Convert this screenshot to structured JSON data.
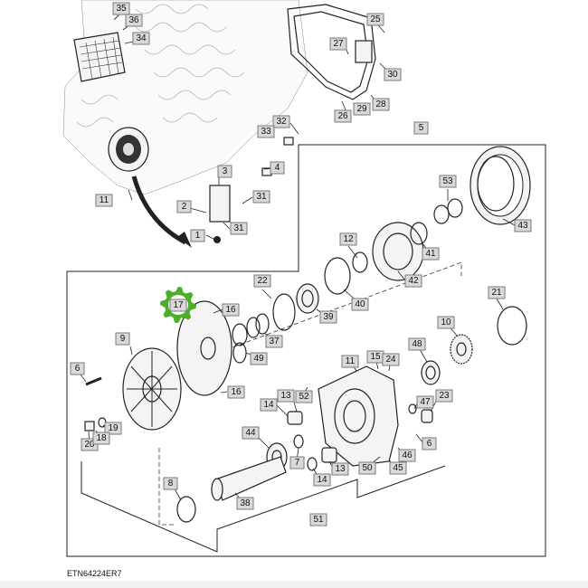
{
  "figure_code": "ETN64224ER7",
  "highlight_color": "#4caf2a",
  "highlighted_label": "17",
  "callouts": [
    {
      "id": "35",
      "text": "35"
    },
    {
      "id": "36",
      "text": "36"
    },
    {
      "id": "34",
      "text": "34"
    },
    {
      "id": "25",
      "text": "25"
    },
    {
      "id": "27",
      "text": "27"
    },
    {
      "id": "30",
      "text": "30"
    },
    {
      "id": "28",
      "text": "28"
    },
    {
      "id": "29",
      "text": "29"
    },
    {
      "id": "26",
      "text": "26"
    },
    {
      "id": "32",
      "text": "32"
    },
    {
      "id": "33",
      "text": "33"
    },
    {
      "id": "5",
      "text": "5"
    },
    {
      "id": "4",
      "text": "4"
    },
    {
      "id": "3",
      "text": "3"
    },
    {
      "id": "11a",
      "text": "11"
    },
    {
      "id": "31a",
      "text": "31"
    },
    {
      "id": "2",
      "text": "2"
    },
    {
      "id": "31b",
      "text": "31"
    },
    {
      "id": "1",
      "text": "1"
    },
    {
      "id": "53",
      "text": "53"
    },
    {
      "id": "43",
      "text": "43"
    },
    {
      "id": "12",
      "text": "12"
    },
    {
      "id": "41",
      "text": "41"
    },
    {
      "id": "42",
      "text": "42"
    },
    {
      "id": "22",
      "text": "22"
    },
    {
      "id": "40",
      "text": "40"
    },
    {
      "id": "39",
      "text": "39"
    },
    {
      "id": "21",
      "text": "21"
    },
    {
      "id": "17",
      "text": "17"
    },
    {
      "id": "16a",
      "text": "16"
    },
    {
      "id": "9",
      "text": "9"
    },
    {
      "id": "37",
      "text": "37"
    },
    {
      "id": "49",
      "text": "49"
    },
    {
      "id": "10",
      "text": "10"
    },
    {
      "id": "48",
      "text": "48"
    },
    {
      "id": "6a",
      "text": "6"
    },
    {
      "id": "16b",
      "text": "16"
    },
    {
      "id": "11b",
      "text": "11"
    },
    {
      "id": "15",
      "text": "15"
    },
    {
      "id": "24",
      "text": "24"
    },
    {
      "id": "13a",
      "text": "13"
    },
    {
      "id": "52",
      "text": "52"
    },
    {
      "id": "14a",
      "text": "14"
    },
    {
      "id": "47",
      "text": "47"
    },
    {
      "id": "23",
      "text": "23"
    },
    {
      "id": "19",
      "text": "19"
    },
    {
      "id": "20",
      "text": "20"
    },
    {
      "id": "18",
      "text": "18"
    },
    {
      "id": "44",
      "text": "44"
    },
    {
      "id": "6b",
      "text": "6"
    },
    {
      "id": "7",
      "text": "7"
    },
    {
      "id": "46",
      "text": "46"
    },
    {
      "id": "13b",
      "text": "13"
    },
    {
      "id": "50",
      "text": "50"
    },
    {
      "id": "45",
      "text": "45"
    },
    {
      "id": "14b",
      "text": "14"
    },
    {
      "id": "8",
      "text": "8"
    },
    {
      "id": "38",
      "text": "38"
    },
    {
      "id": "51",
      "text": "51"
    }
  ]
}
